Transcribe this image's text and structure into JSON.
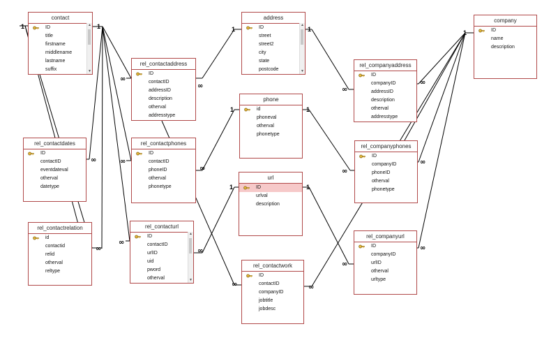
{
  "tables": [
    {
      "id": "contact",
      "title": "contact",
      "fields": [
        {
          "name": "ID",
          "key": true
        },
        {
          "name": "title"
        },
        {
          "name": "firstname"
        },
        {
          "name": "middlename"
        },
        {
          "name": "lastname"
        },
        {
          "name": "suffix"
        }
      ],
      "scroll": true
    },
    {
      "id": "address",
      "title": "address",
      "fields": [
        {
          "name": "ID",
          "key": true
        },
        {
          "name": "street"
        },
        {
          "name": "street2"
        },
        {
          "name": "city"
        },
        {
          "name": "state"
        },
        {
          "name": "postcode"
        }
      ],
      "scroll": true
    },
    {
      "id": "company",
      "title": "company",
      "fields": [
        {
          "name": "ID",
          "key": true
        },
        {
          "name": "name"
        },
        {
          "name": "description"
        }
      ]
    },
    {
      "id": "rel_contactaddress",
      "title": "rel_contactaddress",
      "fields": [
        {
          "name": "ID",
          "key": true
        },
        {
          "name": "contactID"
        },
        {
          "name": "addressID"
        },
        {
          "name": "description"
        },
        {
          "name": "otherval"
        },
        {
          "name": "addresstype"
        }
      ]
    },
    {
      "id": "rel_companyaddress",
      "title": "rel_companyaddress",
      "fields": [
        {
          "name": "ID",
          "key": true
        },
        {
          "name": "companyID"
        },
        {
          "name": "addressID"
        },
        {
          "name": "description"
        },
        {
          "name": "otherval"
        },
        {
          "name": "addresstype"
        }
      ]
    },
    {
      "id": "phone",
      "title": "phone",
      "fields": [
        {
          "name": "id",
          "key": true
        },
        {
          "name": "phoneval"
        },
        {
          "name": "otherval"
        },
        {
          "name": "phonetype"
        }
      ]
    },
    {
      "id": "rel_contactdates",
      "title": "rel_contactdates",
      "fields": [
        {
          "name": "ID",
          "key": true
        },
        {
          "name": "contactID"
        },
        {
          "name": "eventdateval"
        },
        {
          "name": "otherval"
        },
        {
          "name": "datetype"
        }
      ]
    },
    {
      "id": "rel_contactphones",
      "title": "rel_contactphones",
      "fields": [
        {
          "name": "ID",
          "key": true
        },
        {
          "name": "contactID"
        },
        {
          "name": "phoneID"
        },
        {
          "name": "otherval"
        },
        {
          "name": "phonetype"
        }
      ]
    },
    {
      "id": "rel_companyphones",
      "title": "rel_companyphones",
      "fields": [
        {
          "name": "ID",
          "key": true
        },
        {
          "name": "companyID"
        },
        {
          "name": "phoneID"
        },
        {
          "name": "otherval"
        },
        {
          "name": "phonetype"
        }
      ]
    },
    {
      "id": "url",
      "title": "url",
      "fields": [
        {
          "name": "ID",
          "key": true,
          "selected": true
        },
        {
          "name": "urlval"
        },
        {
          "name": "description"
        }
      ]
    },
    {
      "id": "rel_contactrelation",
      "title": "rel_contactrelation",
      "fields": [
        {
          "name": "id",
          "key": true
        },
        {
          "name": "contactid"
        },
        {
          "name": "relid"
        },
        {
          "name": "otherval"
        },
        {
          "name": "reltype"
        }
      ]
    },
    {
      "id": "rel_contacturl",
      "title": "rel_contacturl",
      "fields": [
        {
          "name": "ID",
          "key": true
        },
        {
          "name": "contactID"
        },
        {
          "name": "urlID"
        },
        {
          "name": "uid"
        },
        {
          "name": "pword"
        },
        {
          "name": "otherval"
        }
      ],
      "scroll": true
    },
    {
      "id": "rel_companyurl",
      "title": "rel_companyurl",
      "fields": [
        {
          "name": "ID",
          "key": true
        },
        {
          "name": "companyID"
        },
        {
          "name": "urlID"
        },
        {
          "name": "otherval"
        },
        {
          "name": "urltype"
        }
      ]
    },
    {
      "id": "rel_contactwork",
      "title": "rel_contactwork",
      "fields": [
        {
          "name": "ID",
          "key": true
        },
        {
          "name": "contactID"
        },
        {
          "name": "companyID"
        },
        {
          "name": "jobtitle"
        },
        {
          "name": "jobdesc"
        }
      ]
    }
  ],
  "cardinality": {
    "one": "1",
    "many": "∞"
  },
  "colors": {
    "border": "#b04848",
    "line": "#000000",
    "selected": "#f6c9c9"
  }
}
